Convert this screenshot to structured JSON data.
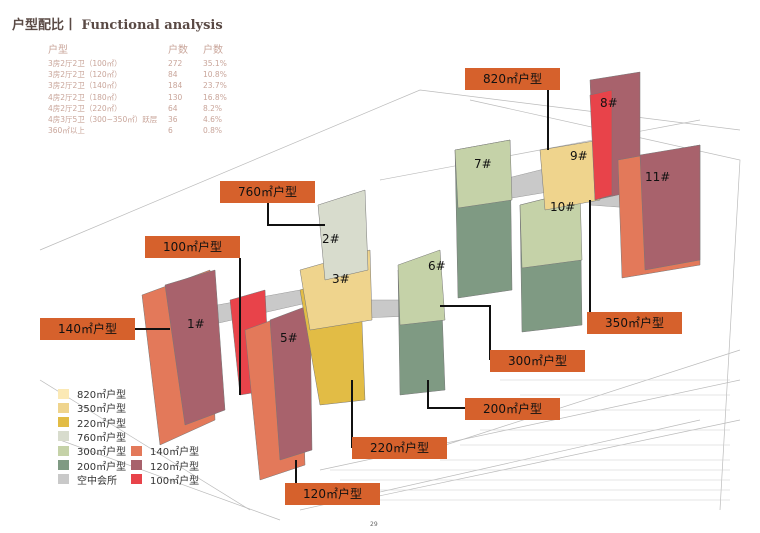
{
  "title": "户型配比丨 Functional analysis",
  "table": {
    "headers": [
      "户型",
      "户数",
      "户数"
    ],
    "rows": [
      [
        "3房2厅2卫（100㎡）",
        "272",
        "35.1%"
      ],
      [
        "3房2厅2卫（120㎡）",
        "84",
        "10.8%"
      ],
      [
        "3房2厅2卫（140㎡）",
        "184",
        "23.7%"
      ],
      [
        "4房2厅2卫（180㎡）",
        "130",
        "16.8%"
      ],
      [
        "4房2厅2卫（220㎡）",
        "64",
        "8.2%"
      ],
      [
        "4房3厅5卫（300~350㎡）跃层",
        "36",
        "4.6%"
      ],
      [
        "360㎡以上",
        "6",
        "0.8%"
      ]
    ]
  },
  "callouts": [
    "820㎡户型",
    "760㎡户型",
    "100㎡户型",
    "140㎡户型",
    "350㎡户型",
    "300㎡户型",
    "200㎡户型",
    "220㎡户型",
    "120㎡户型"
  ],
  "buildings": [
    "1#",
    "2#",
    "3#",
    "5#",
    "6#",
    "7#",
    "8#",
    "9#",
    "10#",
    "11#"
  ],
  "legend": [
    {
      "label": "820㎡户型",
      "color": "#fbe9b5"
    },
    {
      "label": "350㎡户型",
      "color": "#efd48d"
    },
    {
      "label": "220㎡户型",
      "color": "#e2bc45"
    },
    {
      "label": "760㎡户型",
      "color": "#d8dccd"
    },
    {
      "label": "300㎡户型",
      "color": "#c5d2a8"
    },
    {
      "label": "200㎡户型",
      "color": "#7f9a83"
    },
    {
      "label": "空中会所",
      "color": "#c9c9c9"
    },
    {
      "label": "140㎡户型",
      "color": "#e3795a"
    },
    {
      "label": "120㎡户型",
      "color": "#a8626c"
    },
    {
      "label": "100㎡户型",
      "color": "#e8434a"
    }
  ],
  "page_number": "29"
}
